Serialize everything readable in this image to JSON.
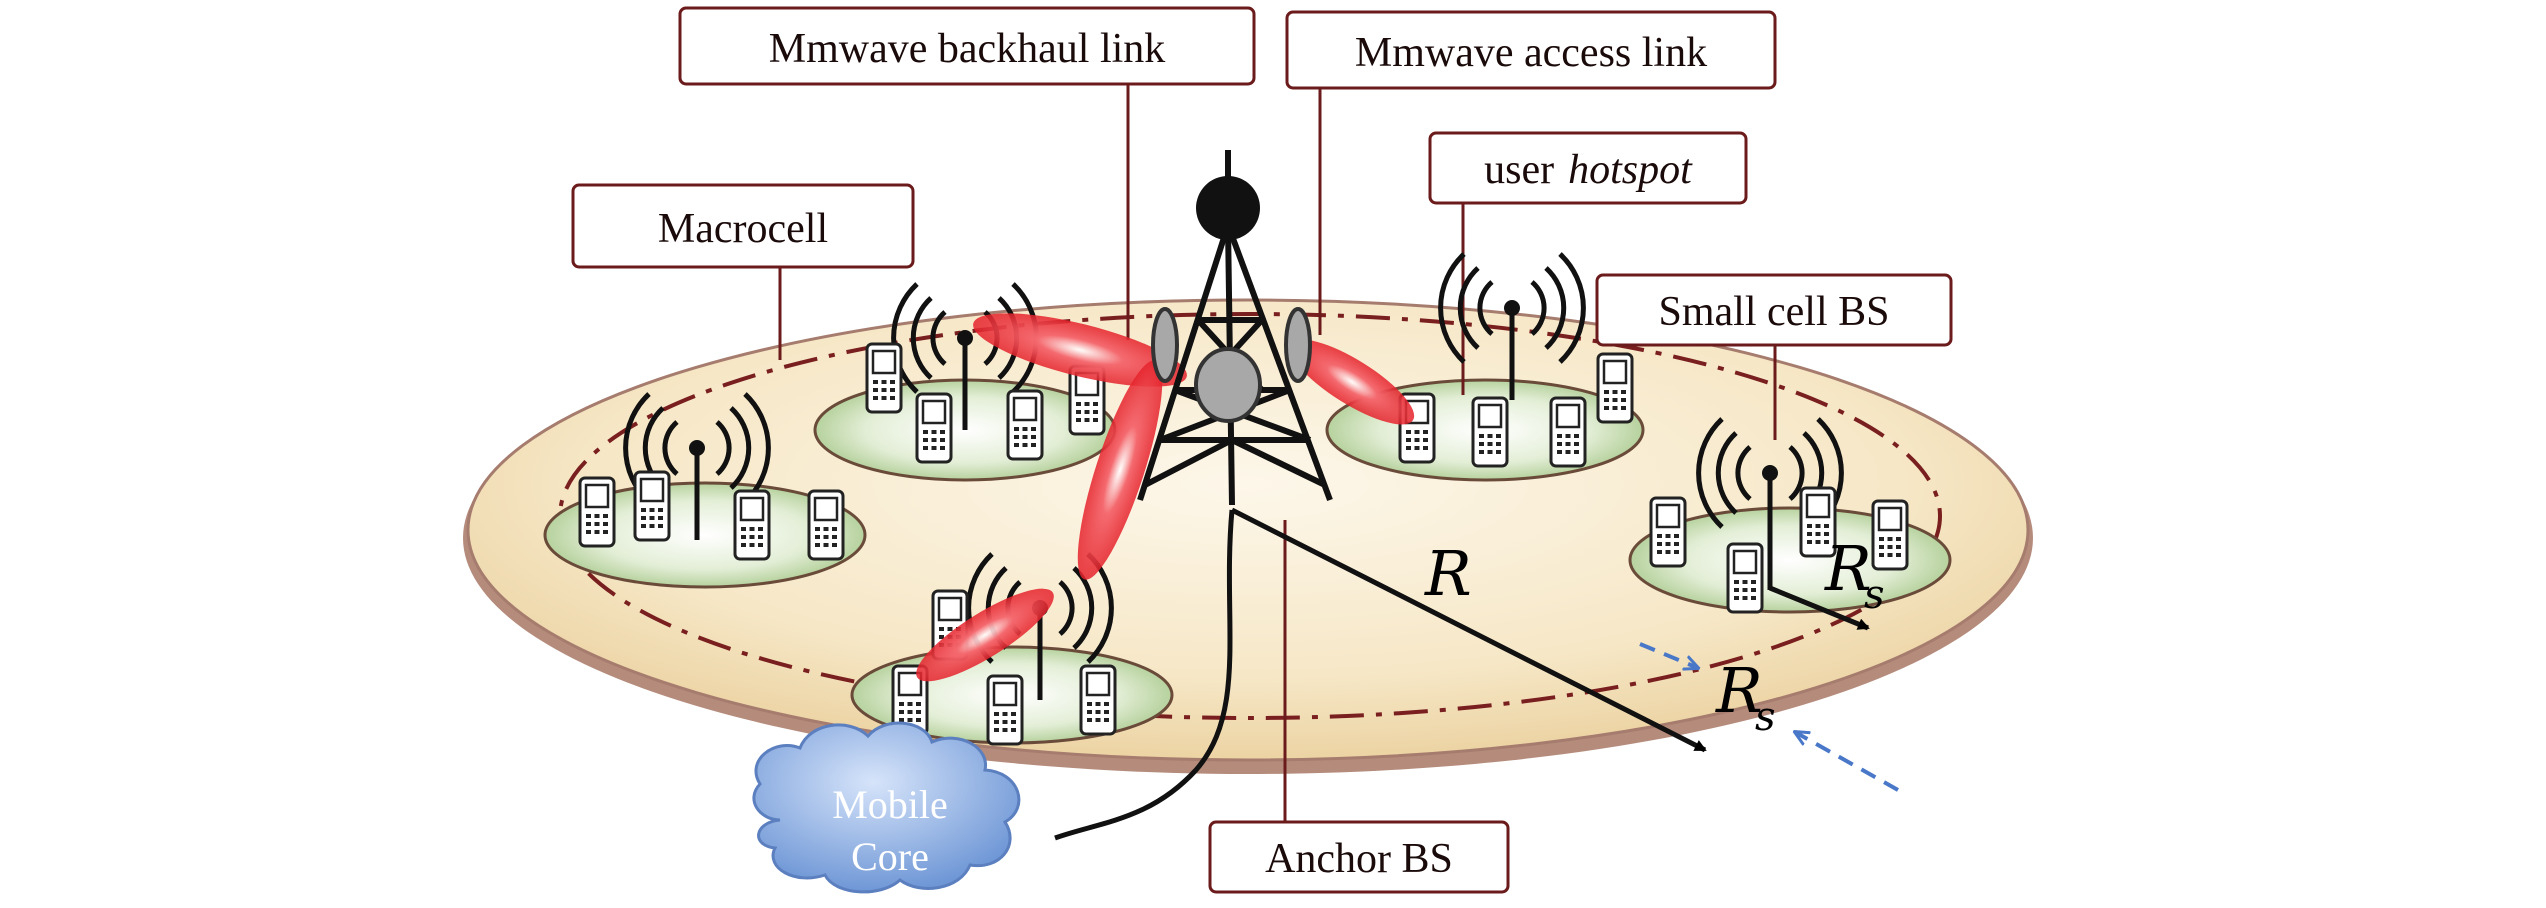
{
  "labels": {
    "backhaul": "Mmwave backhaul  link",
    "access": "Mmwave access  link",
    "hotspot_plain": "user",
    "hotspot_italic": "hotspot",
    "macrocell": "Macrocell",
    "smallcell": "Small cell  BS",
    "anchor": "Anchor BS",
    "cloud_line1": "Mobile",
    "cloud_line2": "Core"
  },
  "math": {
    "R": "R",
    "Rs_main": "R",
    "Rs_sub": "s"
  },
  "colors": {
    "macro_fill_outer": "#f2dfb6",
    "macro_fill_inner": "#fbf3e2",
    "macro_edge": "#a67c6e",
    "small_fill": "#c9dfb3",
    "leader": "#6b1b1b",
    "beam": "#e5222b",
    "dash_ring": "#7a1f1f",
    "cloud": "#8aaee3",
    "arrow_blue": "#4a78c8"
  },
  "icons": [
    "tower-icon",
    "antenna-icon",
    "phone-icon",
    "cloud-icon"
  ]
}
